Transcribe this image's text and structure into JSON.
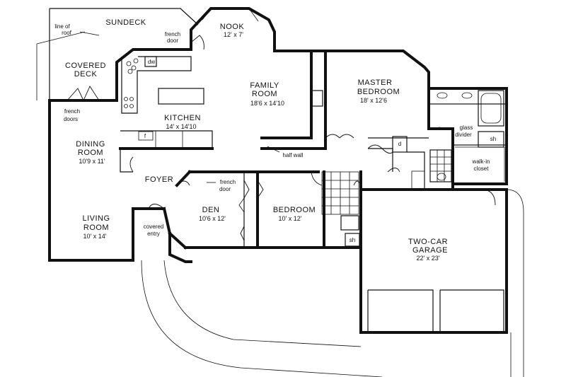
{
  "rooms": {
    "sundeck": {
      "name": "SUNDECK"
    },
    "nook": {
      "name": "NOOK",
      "dims": "12' x 7'"
    },
    "covered_deck": {
      "name1": "COVERED",
      "name2": "DECK"
    },
    "family_room": {
      "name1": "FAMILY",
      "name2": "ROOM",
      "dims": "18'6 x 14'10"
    },
    "master_bedroom": {
      "name1": "MASTER",
      "name2": "BEDROOM",
      "dims": "18' x 12'6"
    },
    "kitchen": {
      "name": "KITCHEN",
      "dims": "14' x 14'10"
    },
    "dining_room": {
      "name1": "DINING",
      "name2": "ROOM",
      "dims": "10'9 x 11'"
    },
    "foyer": {
      "name": "FOYER"
    },
    "den": {
      "name": "DEN",
      "dims": "10'6 x 12'"
    },
    "bedroom": {
      "name": "BEDROOM",
      "dims": "10' x 12'"
    },
    "living_room": {
      "name1": "LIVING",
      "name2": "ROOM",
      "dims": "10' x 14'"
    },
    "garage": {
      "name1": "TWO-CAR",
      "name2": "GARAGE",
      "dims": "22' x 23'"
    }
  },
  "notes": {
    "line_of_roof_1": "line of",
    "line_of_roof_2": "roof",
    "french_door_top_1": "french",
    "french_door_top_2": "door",
    "dw": "dw",
    "french_doors_1": "french",
    "french_doors_2": "doors",
    "half_wall": "half wall",
    "french_door_den_1": "french",
    "french_door_den_2": "door",
    "covered_entry_1": "covered",
    "covered_entry_2": "entry",
    "glass_divider_1": "glass",
    "glass_divider_2": "divider",
    "walk_in_closet_1": "walk-in",
    "walk_in_closet_2": "closet",
    "sh_master": "sh",
    "sh_hall": "sh",
    "d": "d",
    "f": "f"
  }
}
